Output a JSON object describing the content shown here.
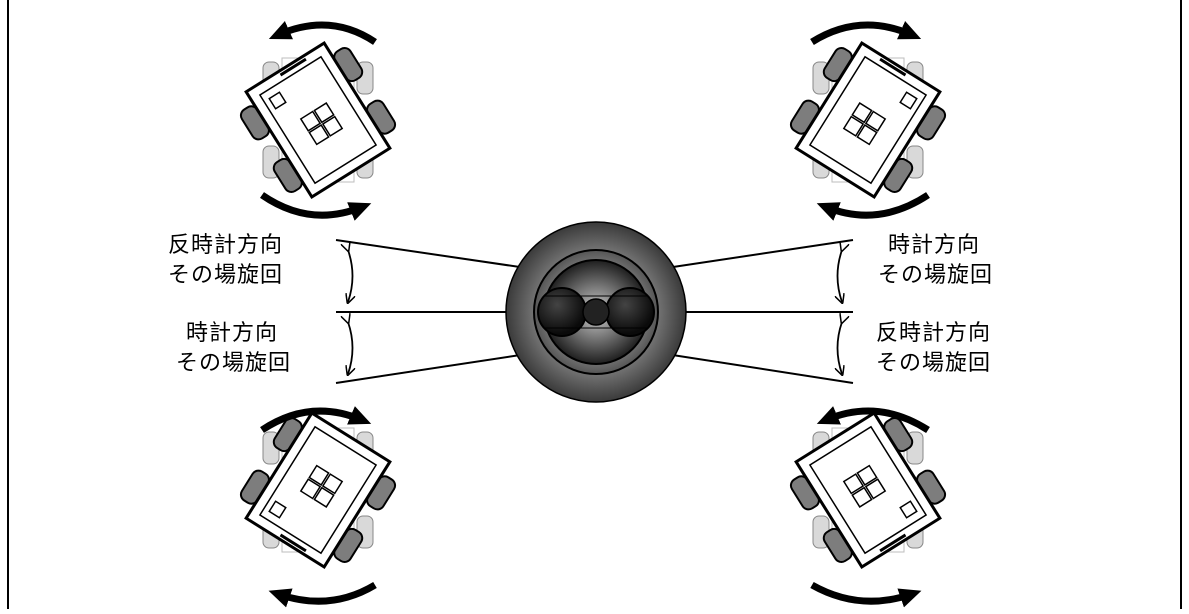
{
  "labels": {
    "upper_left": [
      "反時計方向",
      "その場旋回"
    ],
    "lower_left": [
      "時計方向",
      "その場旋回"
    ],
    "upper_right": [
      "時計方向",
      "その場旋回"
    ],
    "lower_right": [
      "反時計方向",
      "その場旋回"
    ]
  },
  "colors": {
    "line": "#000000",
    "wheel_dark": "#7d7d7d",
    "wheel_light": "#d9d9d9",
    "joystick_outer": "#3a3a3a",
    "joystick_mid": "#5a5a5a"
  },
  "icons": {
    "robot": "tracked-robot-top-view-icon",
    "joystick": "joystick-top-view-icon",
    "rotation_arrow": "curved-rotation-arrow-icon"
  }
}
